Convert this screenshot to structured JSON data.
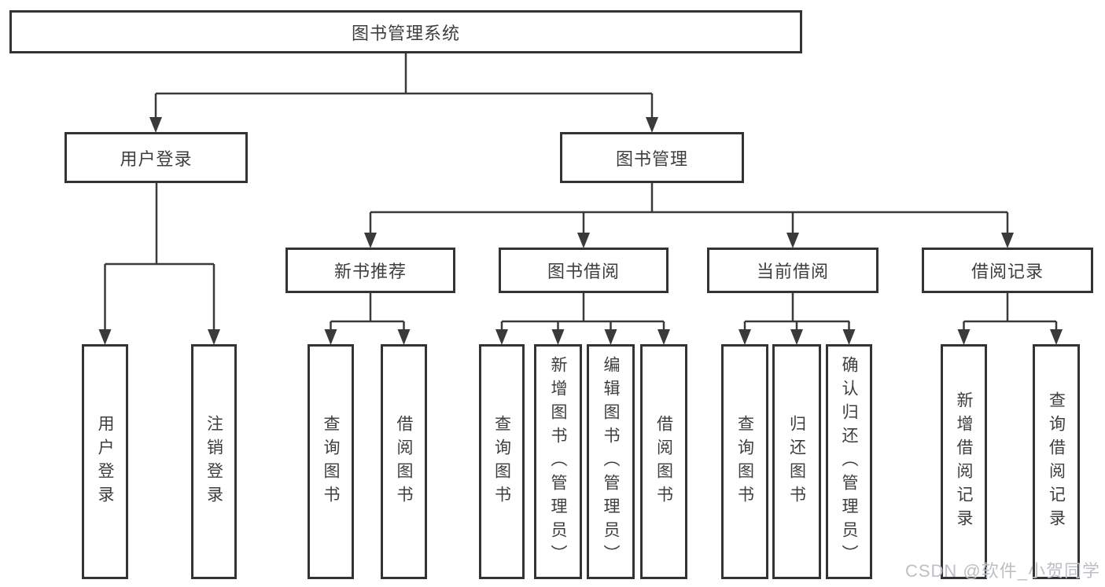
{
  "diagram": {
    "root_label": "图书管理系统",
    "level2": [
      "用户登录",
      "图书管理"
    ],
    "level3": [
      "新书推荐",
      "图书借阅",
      "当前借阅",
      "借阅记录"
    ],
    "leaves": [
      "用户登录",
      "注销登录",
      "查询图书",
      "借阅图书",
      "查询图书",
      "新增图书（管理员）",
      "编辑图书（管理员）",
      "借阅图书",
      "查询图书",
      "归还图书",
      "确认归还（管理员）",
      "新增借阅记录",
      "查询借阅记录"
    ]
  },
  "watermark": "CSDN @软件_小贺同学",
  "colors": {
    "line": "#3a3a3a",
    "box_border": "#333333",
    "text": "#3e3e3e",
    "watermark": "#bcc0c4",
    "background": "#ffffff"
  }
}
